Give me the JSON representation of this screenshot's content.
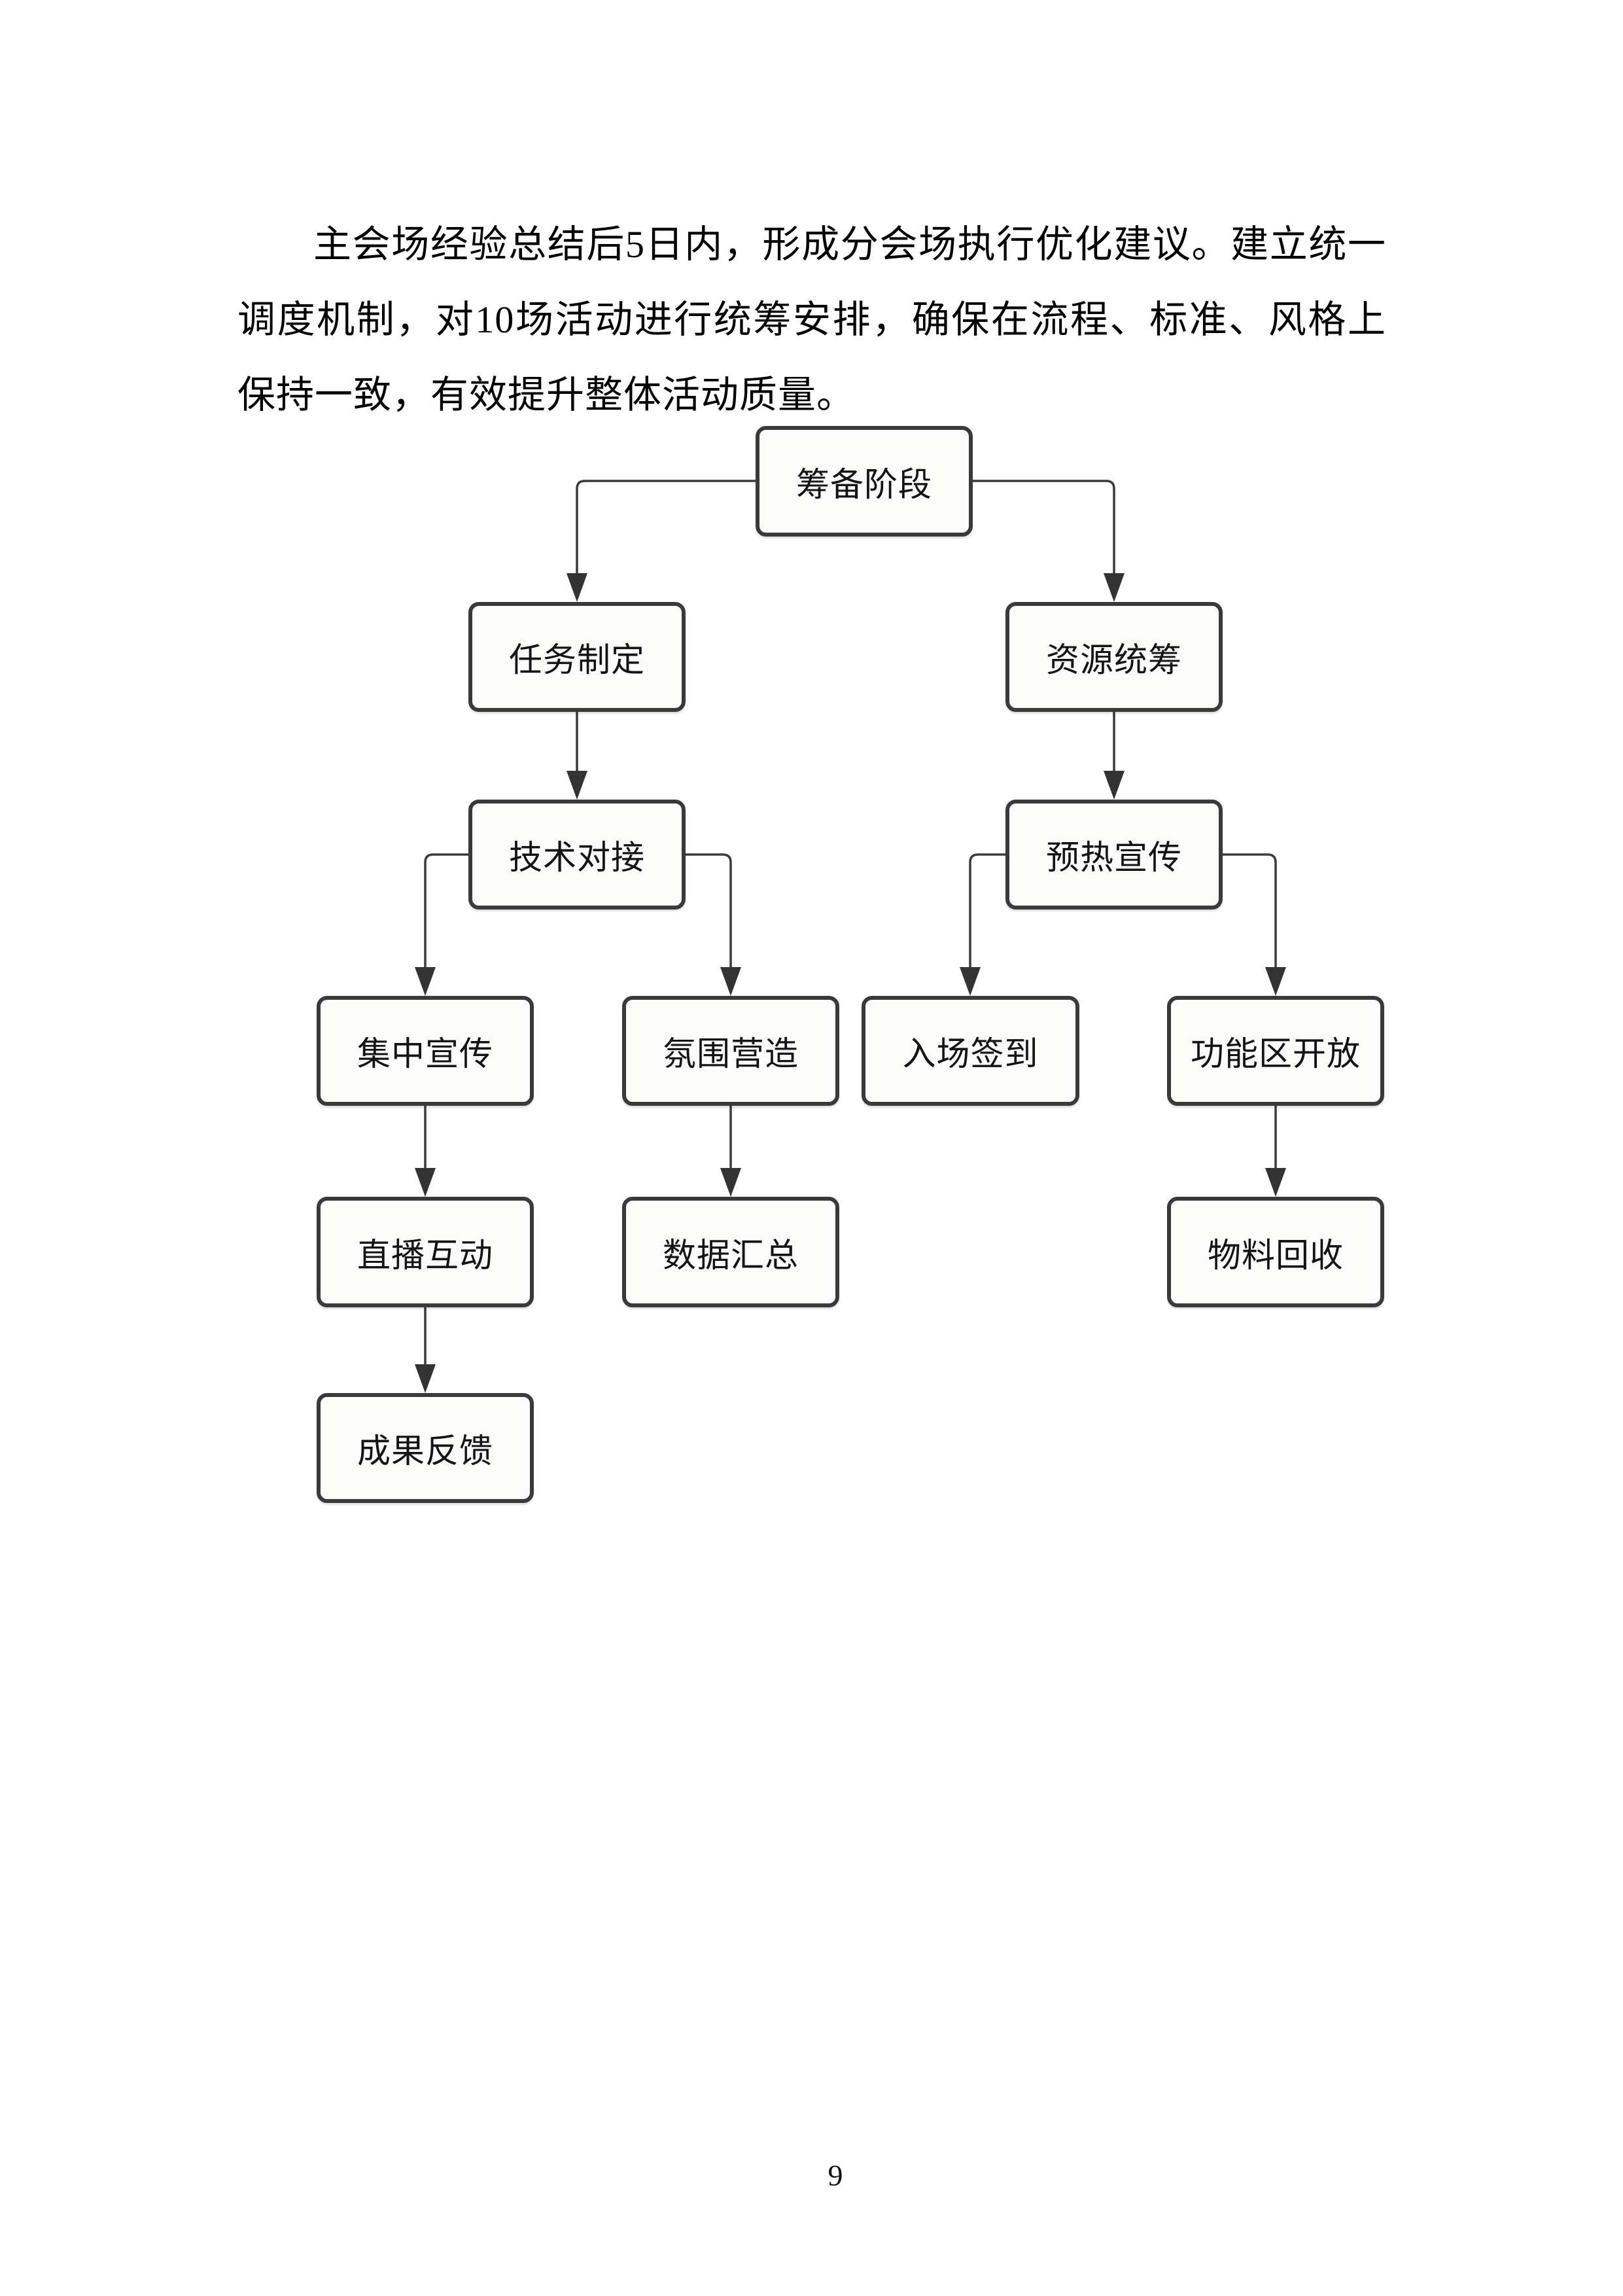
{
  "page": {
    "paragraph": "主会场经验总结后5日内，形成分会场执行优化建议。建立统一调度机制，对10场活动进行统筹安排，确保在流程、标准、风格上保持一致，有效提升整体活动质量。",
    "page_number": "9"
  },
  "flowchart": {
    "nodes": {
      "preparation": {
        "label": "筹备阶段"
      },
      "task_formulation": {
        "label": "任务制定"
      },
      "resource_coordination": {
        "label": "资源统筹"
      },
      "technical_docking": {
        "label": "技术对接"
      },
      "warmup_promotion": {
        "label": "预热宣传"
      },
      "concentrated_promotion": {
        "label": "集中宣传"
      },
      "atmosphere_creation": {
        "label": "氛围营造"
      },
      "entry_checkin": {
        "label": "入场签到"
      },
      "functional_area_opening": {
        "label": "功能区开放"
      },
      "live_interaction": {
        "label": "直播互动"
      },
      "data_summary": {
        "label": "数据汇总"
      },
      "material_recycling": {
        "label": "物料回收"
      },
      "achievement_feedback": {
        "label": "成果反馈"
      }
    },
    "edges": [
      {
        "from": "preparation",
        "to": "task_formulation"
      },
      {
        "from": "preparation",
        "to": "resource_coordination"
      },
      {
        "from": "task_formulation",
        "to": "technical_docking"
      },
      {
        "from": "resource_coordination",
        "to": "warmup_promotion"
      },
      {
        "from": "technical_docking",
        "to": "concentrated_promotion"
      },
      {
        "from": "technical_docking",
        "to": "atmosphere_creation"
      },
      {
        "from": "warmup_promotion",
        "to": "entry_checkin"
      },
      {
        "from": "warmup_promotion",
        "to": "functional_area_opening"
      },
      {
        "from": "concentrated_promotion",
        "to": "live_interaction"
      },
      {
        "from": "atmosphere_creation",
        "to": "data_summary"
      },
      {
        "from": "functional_area_opening",
        "to": "material_recycling"
      },
      {
        "from": "live_interaction",
        "to": "achievement_feedback"
      }
    ],
    "colors": {
      "box_border": "#3a3a3a",
      "box_fill": "#fbfbf9",
      "connector": "#3a3a3a",
      "label_text": "#141414"
    }
  }
}
